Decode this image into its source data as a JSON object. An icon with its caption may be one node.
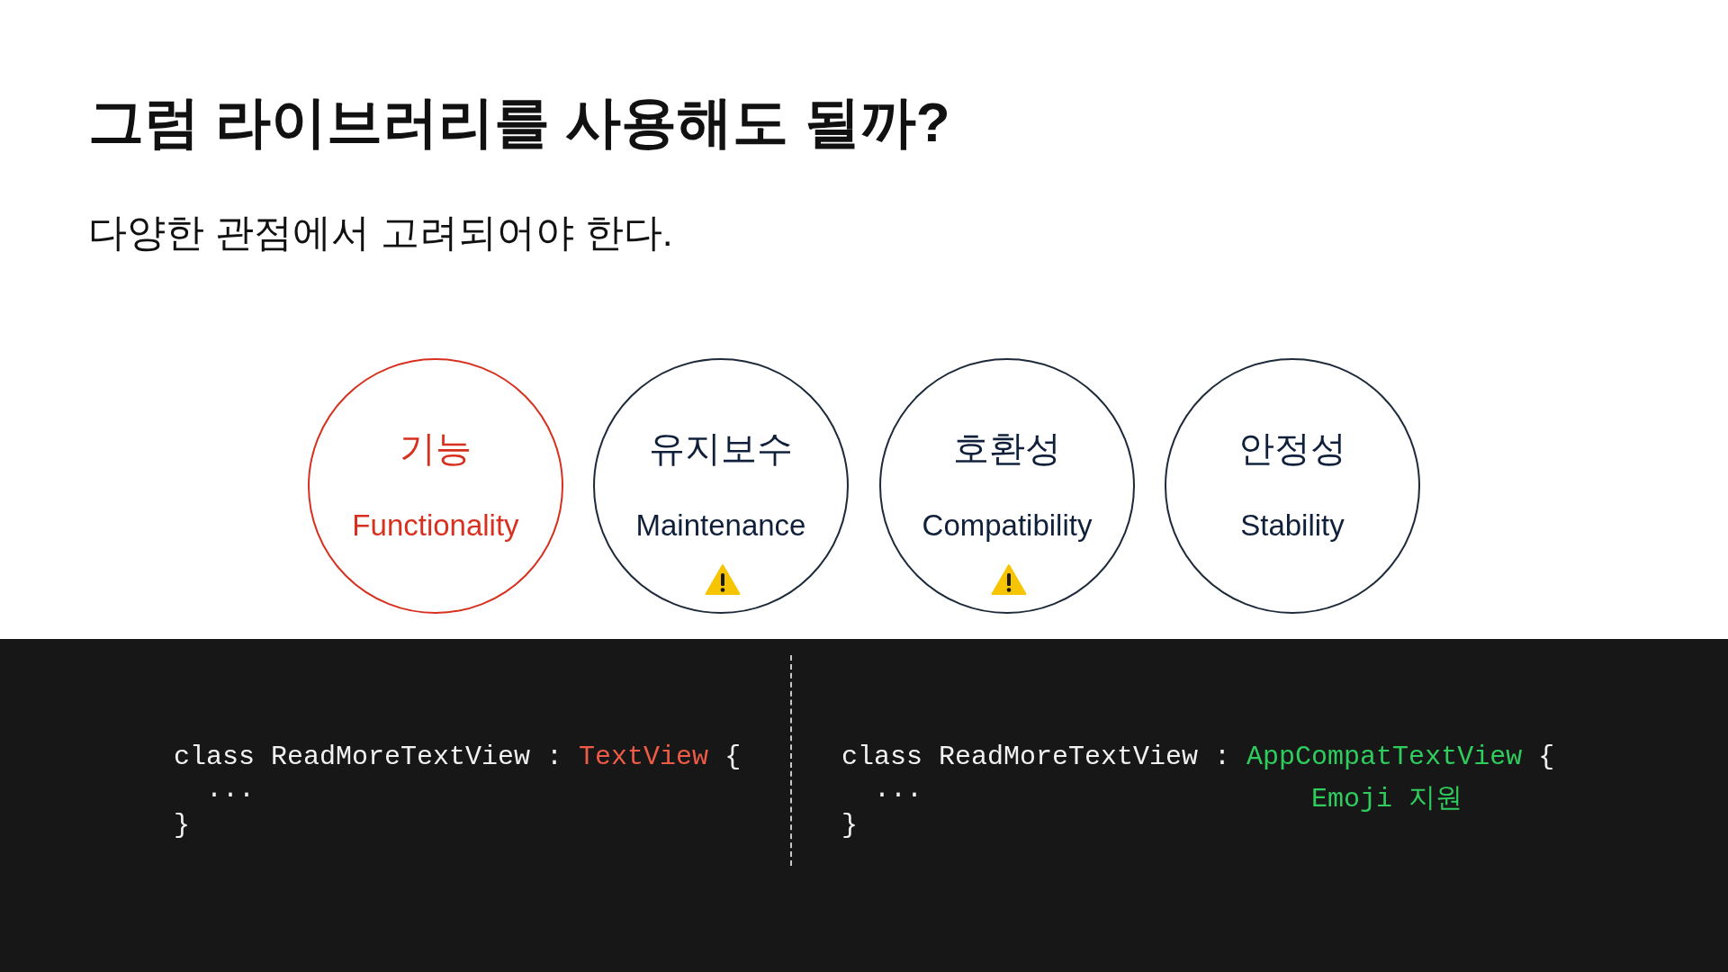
{
  "diagram": {
    "title": "그럼 라이브러리를 사용해도 될까?",
    "nodes": [
      {
        "text": [
          "기능",
          "Functionality"
        ]
      },
      {
        "text": [
          "유지보수",
          "Maintenance"
        ]
      },
      {
        "text": [
          "호환성",
          "Compatibility"
        ]
      },
      {
        "text": [
          "안정성",
          "Stability"
        ]
      }
    ],
    "labels": [
      "다양한 관점에서 고려되어야 한다.",
      "class ReadMoreTextView :",
      "TextView",
      "{",
      "...",
      "}",
      "class ReadMoreTextView :",
      "AppCompatTextView",
      "{",
      "...",
      "Emoji 지원",
      "}"
    ]
  }
}
